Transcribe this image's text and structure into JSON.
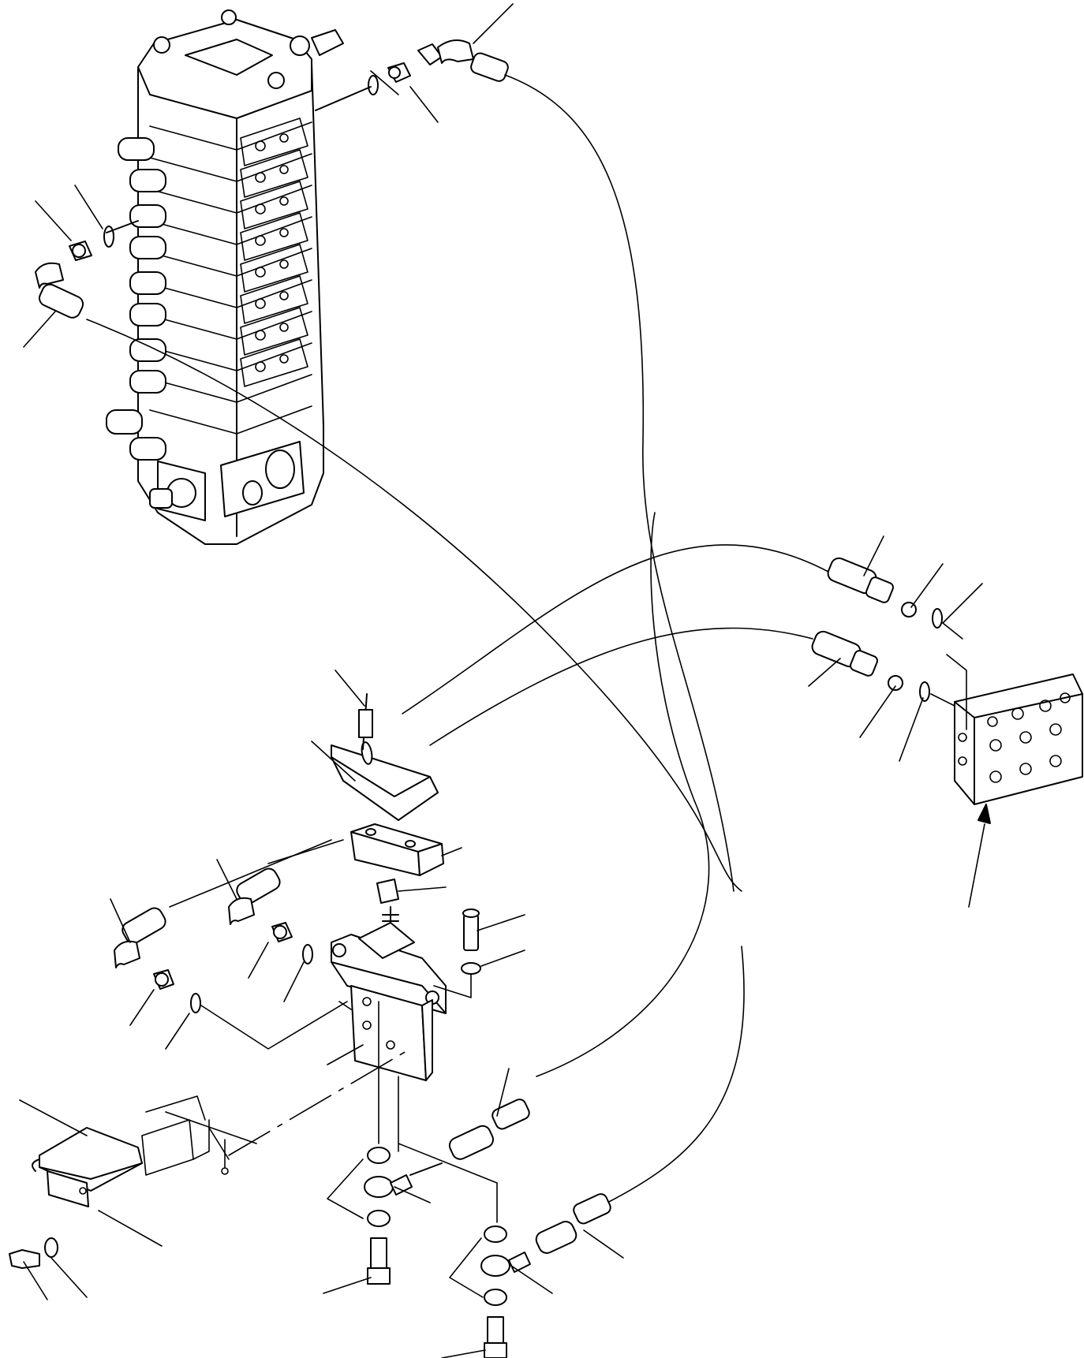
{
  "diagram": {
    "colors": {
      "line": "#000000",
      "background": "#ffffff"
    },
    "parts": [
      {
        "name": "control-valve-assembly"
      },
      {
        "name": "pilot-valve"
      },
      {
        "name": "pilot-hose"
      },
      {
        "name": "hose-clamp"
      },
      {
        "name": "distribution-block"
      },
      {
        "name": "cover-bracket"
      },
      {
        "name": "union-fitting"
      },
      {
        "name": "o-ring"
      },
      {
        "name": "eye-joint"
      },
      {
        "name": "bolt"
      }
    ]
  }
}
